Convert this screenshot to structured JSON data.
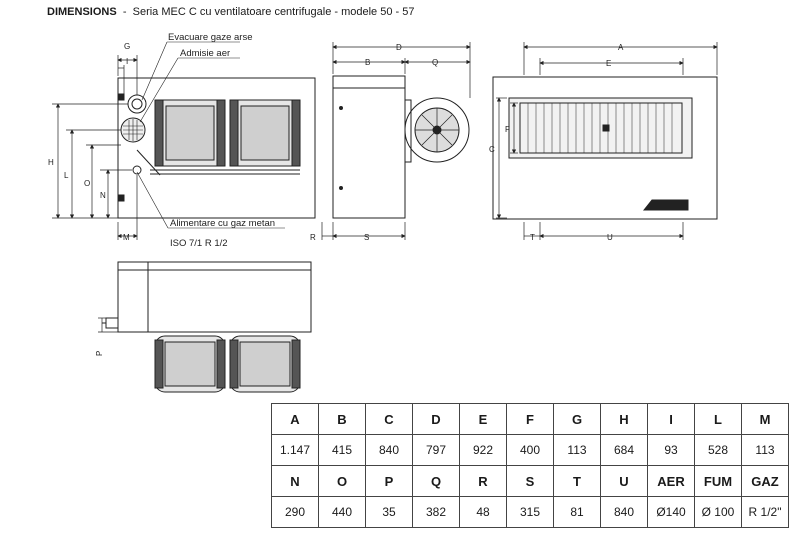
{
  "title": {
    "prefix": "DIMENSIONS",
    "separator": "-",
    "subtitle": "Seria MEC C cu ventilatoare centrifugale - modele 50 - 57"
  },
  "callouts": {
    "exhaust": "Evacuare gaze arse",
    "air_intake": "Admisie aer",
    "gas_supply": "Alimentare cu gaz metan",
    "gas_thread": "ISO 7/1 R 1/2"
  },
  "dimension_letters": {
    "G": "G",
    "I": "I",
    "H": "H",
    "L": "L",
    "O": "O",
    "N": "N",
    "M": "M",
    "D": "D",
    "B": "B",
    "Q": "Q",
    "R": "R",
    "S": "S",
    "A": "A",
    "E": "E",
    "C": "C",
    "F": "F",
    "T": "T",
    "U": "U",
    "P": "P"
  },
  "table": {
    "row1_headers": [
      "A",
      "B",
      "C",
      "D",
      "E",
      "F",
      "G",
      "H",
      "I",
      "L",
      "M"
    ],
    "row1_values": [
      "1.147",
      "415",
      "840",
      "797",
      "922",
      "400",
      "113",
      "684",
      "93",
      "528",
      "113"
    ],
    "row2_headers": [
      "N",
      "O",
      "P",
      "Q",
      "R",
      "S",
      "T",
      "U",
      "AER",
      "FUM",
      "GAZ"
    ],
    "row2_values": [
      "290",
      "440",
      "35",
      "382",
      "48",
      "315",
      "81",
      "840",
      "Ø140",
      "Ø 100",
      "R 1/2\""
    ]
  }
}
